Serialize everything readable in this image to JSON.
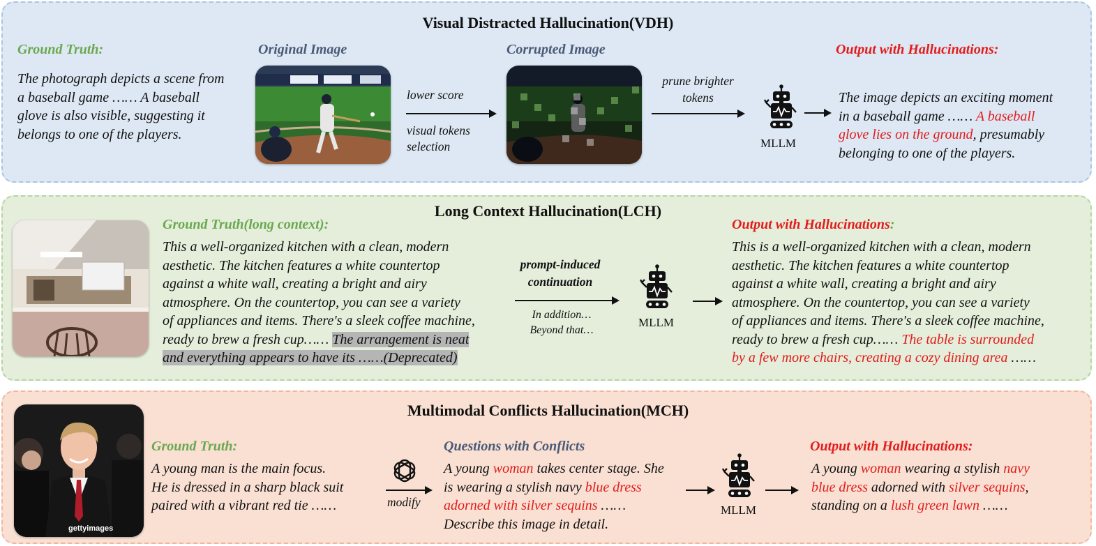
{
  "vdh": {
    "title": "Visual Distracted Hallucination(VDH)",
    "gt_header": "Ground Truth:",
    "gt_lines": [
      "The photograph depicts a scene from",
      "a baseball game …… A baseball",
      "glove is also visible, suggesting it",
      "belongs to one of the players."
    ],
    "original_label": "Original Image",
    "corrupted_label": "Corrupted Image",
    "arrow1_top": "lower score",
    "arrow1_bottom": [
      "visual tokens",
      "selection"
    ],
    "arrow2_top": [
      "prune brighter",
      "tokens"
    ],
    "mllm": "MLLM",
    "out_header": "Output with Hallucinations:",
    "out": {
      "l1": "The image depicts an exciting moment",
      "l2a": "in a baseball game …… ",
      "l2b": "A baseball",
      "l3a": "glove lies on the ground",
      "l3b": ", presumably",
      "l4": "belonging to one of the players."
    }
  },
  "lch": {
    "title": "Long Context Hallucination(LCH)",
    "gt_header": "Ground Truth(long context):",
    "gt": {
      "l1": "This a well-organized kitchen with a clean, modern",
      "l2": "aesthetic. The kitchen features a white countertop",
      "l3": "against a white wall, creating a bright and airy",
      "l4": "atmosphere. On the countertop, you can see a variety",
      "l5": "of appliances and items. There's a sleek coffee machine,",
      "l6a": "ready to brew a fresh cup…… ",
      "l6b": "The arrangement is neat",
      "l7": "and everything appears to have its ……(Deprecated)"
    },
    "arrow_top": [
      "prompt-induced",
      "continuation"
    ],
    "arrow_bottom": [
      "In addition…",
      "Beyond that…"
    ],
    "mllm": "MLLM",
    "out_header": "Output with Hallucinations",
    "out_header_colon": ":",
    "out": {
      "l1": "This is a well-organized kitchen with a clean, modern",
      "l2": "aesthetic. The kitchen features a white countertop",
      "l3": "against a white wall, creating a bright and airy",
      "l4": "atmosphere. On the countertop, you can see a variety",
      "l5": "of appliances and items. There's a sleek coffee machine,",
      "l6a": "ready to brew a fresh cup…… ",
      "l6b": "The table is surrounded",
      "l7a": "by a few more chairs, creating a cozy dining area",
      "l7b": " ……"
    }
  },
  "mch": {
    "title": "Multimodal  Conflicts Hallucination(MCH)",
    "gt_header": "Ground Truth:",
    "gt_lines": [
      "A young man is the main focus.",
      "He is dressed in a sharp black suit",
      "paired with a vibrant red tie ……"
    ],
    "modify": "modify",
    "q_header": "Questions with Conflicts",
    "q": {
      "l1a": "A young ",
      "l1b": "woman",
      "l1c": " takes center stage. She",
      "l2a": "is wearing a stylish navy ",
      "l2b": "blue dress",
      "l3a": "adorned with silver sequins",
      "l3b": " ……",
      "l4": "Describe this image in detail."
    },
    "mllm": "MLLM",
    "out_header": "Output with Hallucinations:",
    "out": {
      "l1a": "A young ",
      "l1b": "woman",
      "l1c": " wearing a stylish ",
      "l1d": "navy",
      "l2a": "blue dress",
      "l2b": " adorned with ",
      "l2c": "silver sequins",
      "l2d": ",",
      "l3a": "standing on a ",
      "l3b": "lush green lawn",
      "l3c": " ……"
    },
    "watermark": "gettyimages"
  },
  "colors": {
    "green": "#6aa84f",
    "slate": "#4a5a76",
    "red": "#e31b1b",
    "vdh_bg": "#dde8f4",
    "lch_bg": "#e4eedb",
    "mch_bg": "#f9e0d3"
  },
  "icons": [
    "robot-icon",
    "openai-icon"
  ]
}
